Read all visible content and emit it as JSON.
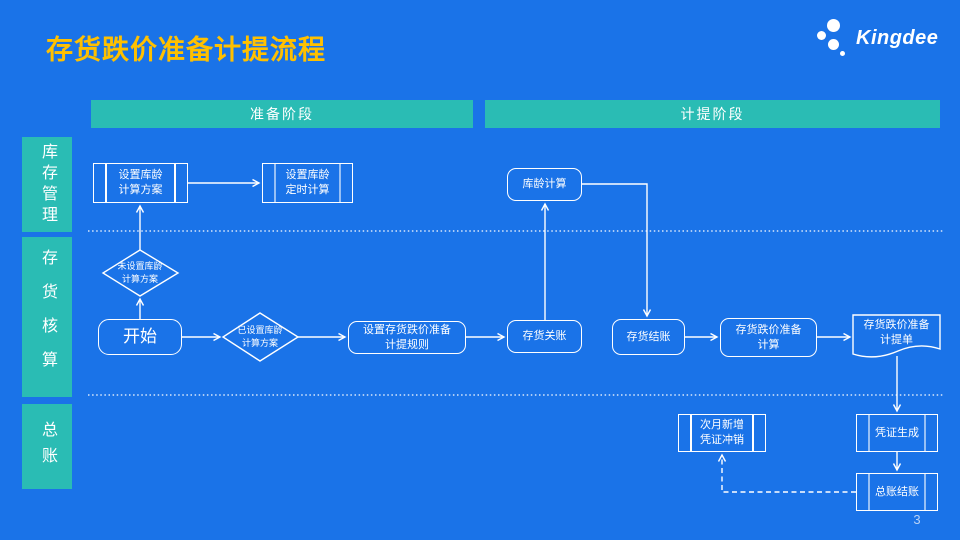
{
  "title": "存货跌价准备计提流程",
  "brand": {
    "name": "Kingdee"
  },
  "page": {
    "number": "3"
  },
  "phases": [
    {
      "label": "准备阶段"
    },
    {
      "label": "计提阶段"
    }
  ],
  "lanes": [
    {
      "label": "库存管理"
    },
    {
      "label": "存货核算"
    },
    {
      "label": "总账"
    }
  ],
  "nodes": {
    "set_aging_plan": {
      "label": "设置库龄\n计算方案",
      "type": "subprocess"
    },
    "set_aging_schedule": {
      "label": "设置库龄\n定时计算",
      "type": "subprocess"
    },
    "aging_calc": {
      "label": "库龄计算",
      "type": "process"
    },
    "no_aging_plan": {
      "label": "未设置库龄\n计算方案",
      "type": "decision"
    },
    "start": {
      "label": "开始",
      "type": "start"
    },
    "has_aging_plan": {
      "label": "已设置库龄\n计算方案",
      "type": "decision"
    },
    "set_provision_rule": {
      "label": "设置存货跌价准备\n计提规则",
      "type": "process"
    },
    "inventory_close": {
      "label": "存货关账",
      "type": "process"
    },
    "inventory_settle": {
      "label": "存货结账",
      "type": "process"
    },
    "provision_calc": {
      "label": "存货跌价准备\n计算",
      "type": "process"
    },
    "provision_doc": {
      "label": "存货跌价准备\n计提单",
      "type": "document"
    },
    "next_month_reverse": {
      "label": "次月新增\n凭证冲销",
      "type": "subprocess"
    },
    "voucher_generate": {
      "label": "凭证生成",
      "type": "subprocess"
    },
    "gl_close": {
      "label": "总账结账",
      "type": "subprocess"
    }
  },
  "colors": {
    "background": "#1a73e8",
    "band_teal": "#2abcb4",
    "title_yellow": "#ffc000",
    "line_white": "#ffffff"
  }
}
